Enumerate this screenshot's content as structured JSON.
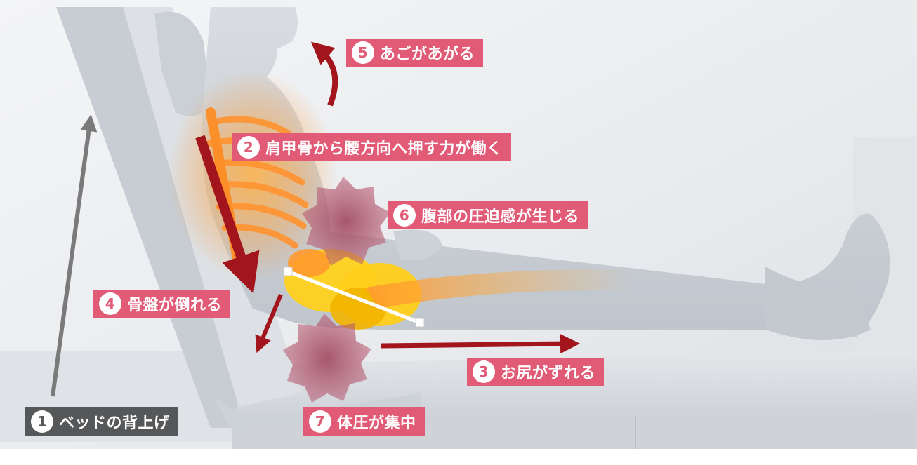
{
  "labels": [
    {
      "number": "1",
      "text": "ベッドの背上げ",
      "style": "gray"
    },
    {
      "number": "2",
      "text": "肩甲骨から腰方向へ押す力が働く",
      "style": "pink"
    },
    {
      "number": "3",
      "text": "お尻がずれる",
      "style": "pink"
    },
    {
      "number": "4",
      "text": "骨盤が倒れる",
      "style": "pink"
    },
    {
      "number": "5",
      "text": "あごがあがる",
      "style": "pink"
    },
    {
      "number": "6",
      "text": "腹部の圧迫感が生じる",
      "style": "pink"
    },
    {
      "number": "7",
      "text": "体圧が集中",
      "style": "pink"
    }
  ],
  "colors": {
    "label_pink": "#e15a76",
    "label_gray": "#555759",
    "arrow_red": "#a3151c",
    "arrow_gray": "#7a7a7a",
    "pressure_pink": "#a64b62",
    "bone_orange": "#ff9a2e",
    "pelvis_yellow": "#ffd21e"
  }
}
